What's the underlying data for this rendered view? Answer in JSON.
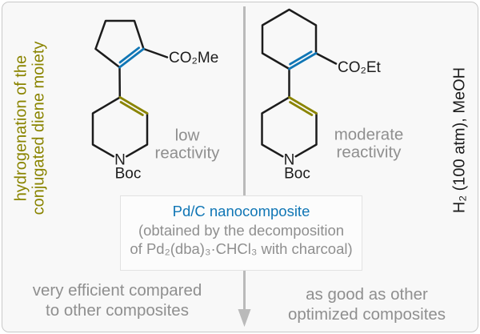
{
  "figure": {
    "side_labels": {
      "left_line1": "hydrogenation of the",
      "left_line2": "conjugated diene moiety",
      "right": "H₂ (100 atm), MeOH"
    },
    "left_structure": {
      "ester": "CO₂Me",
      "nitrogen": "N",
      "boc": "Boc",
      "note_line1": "low",
      "note_line2": "reactivity"
    },
    "right_structure": {
      "ester": "CO₂Et",
      "nitrogen": "N",
      "boc": "Boc",
      "note_line1": "moderate",
      "note_line2": "reactivity"
    },
    "catalyst_box": {
      "title": "Pd/C nanocomposite",
      "detail_line1": "(obtained by the decomposition",
      "detail_line2": "of Pd₂(dba)₃·CHCl₃ with charcoal)"
    },
    "bottom_notes": {
      "left_line1": "very efficient compared",
      "left_line2": "to other composites",
      "right_line1": "as good as other",
      "right_line2": "optimized composites"
    },
    "colors": {
      "highlight_blue": "#1076b5",
      "highlight_olive": "#8a8400",
      "note_gray": "#8f8f8f",
      "arrow_gray": "#bababa"
    }
  }
}
